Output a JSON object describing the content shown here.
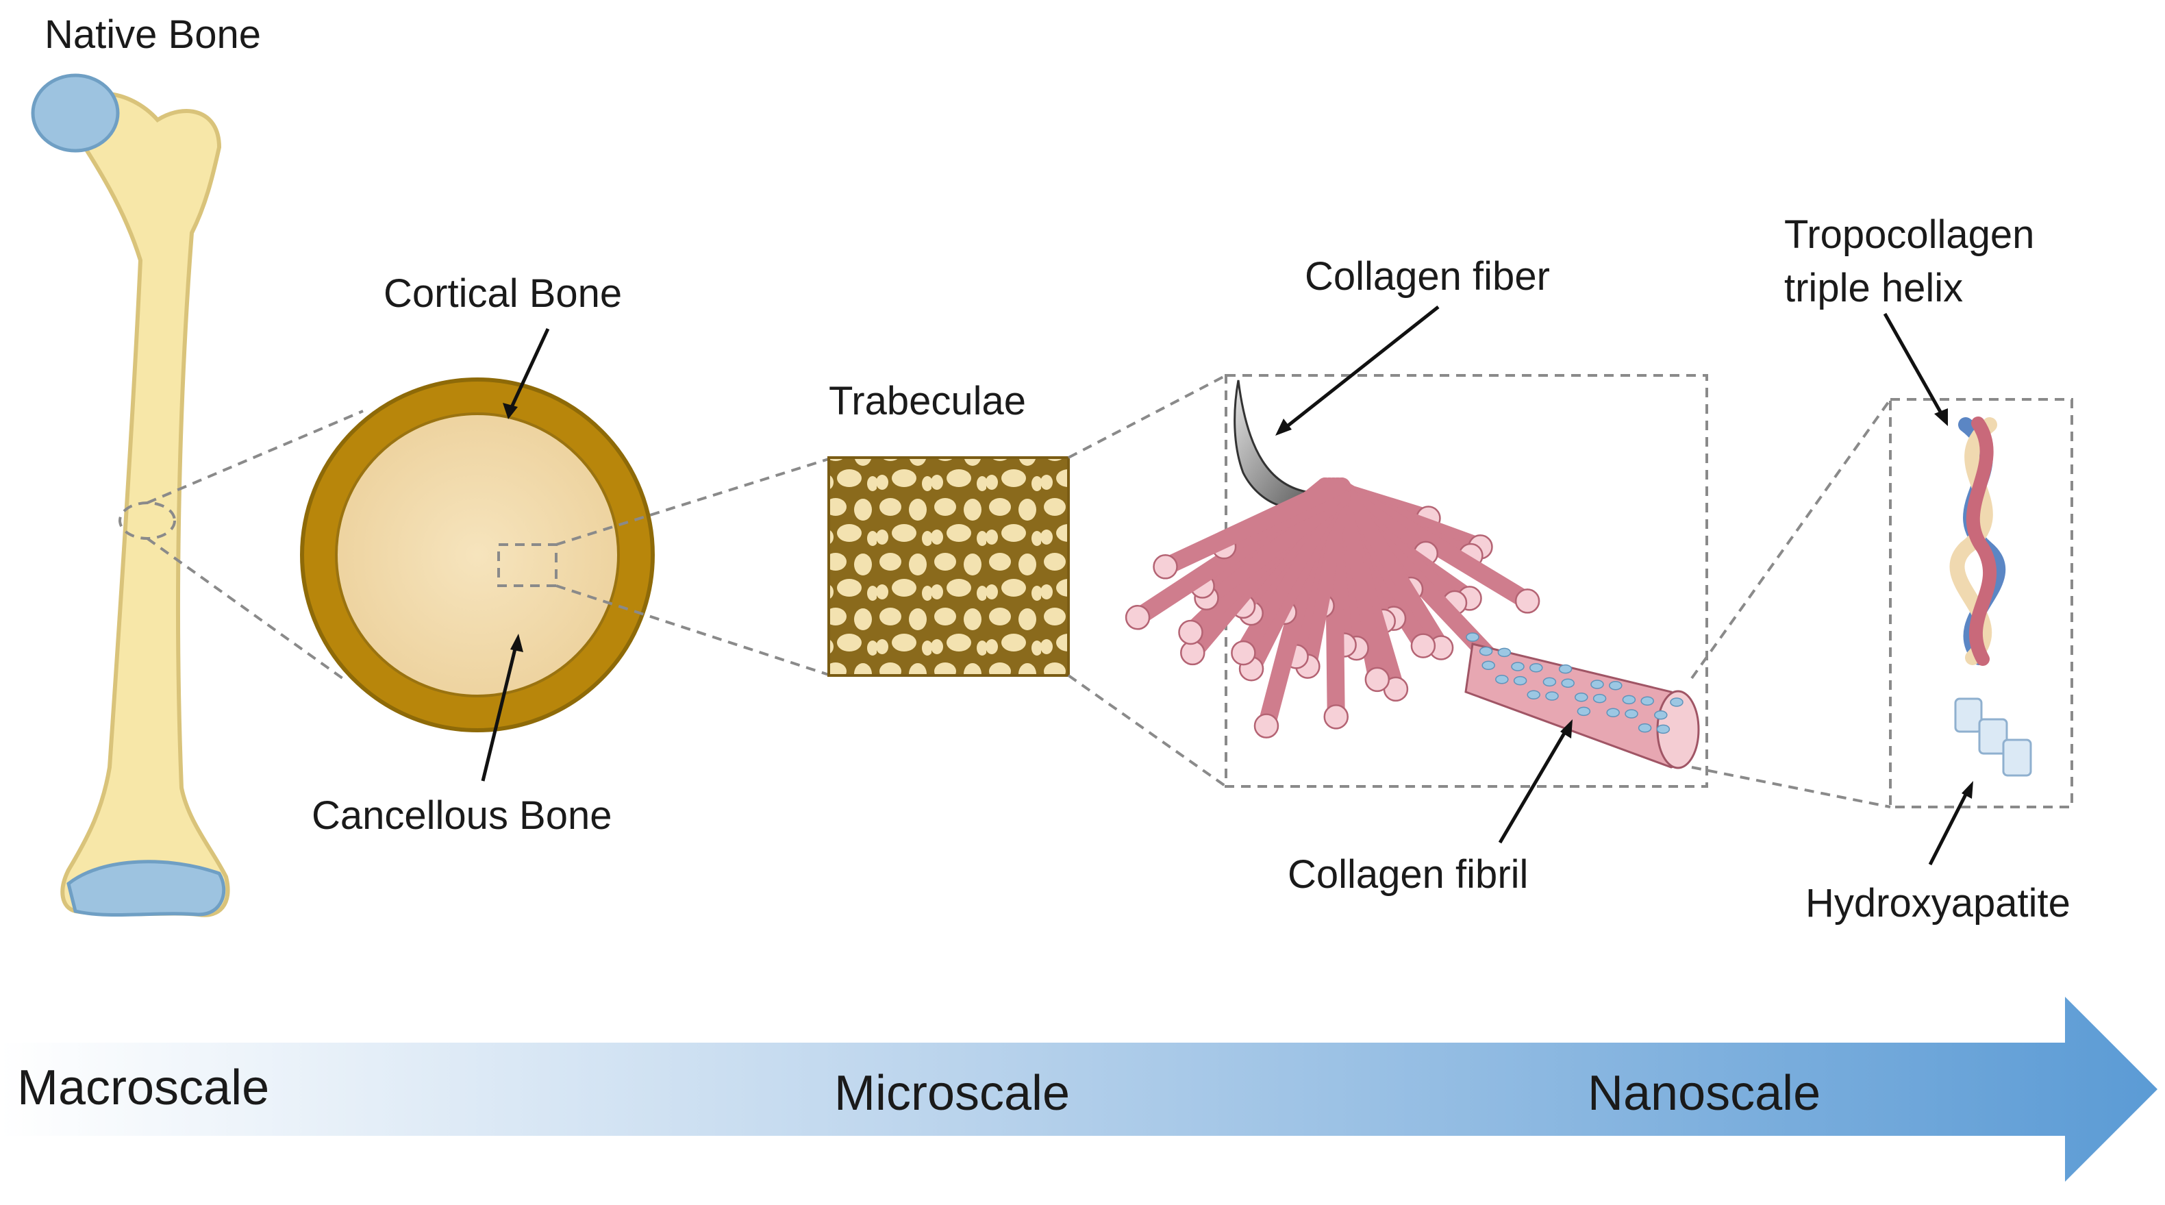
{
  "labels": {
    "native_bone": "Native Bone",
    "cortical_bone": "Cortical Bone",
    "cancellous_bone": "Cancellous  Bone",
    "trabeculae": "Trabeculae",
    "collagen_fiber": "Collagen fiber",
    "collagen_fibril": "Collagen fibril",
    "tropocollagen_line1": "Tropocollagen",
    "tropocollagen_line2": "triple helix",
    "hydroxyapatite": "Hydroxyapatite"
  },
  "scale_bar": {
    "macro": "Macroscale",
    "micro": "Microscale",
    "nano": "Nanoscale"
  },
  "colors": {
    "bone_fill": "#f7e7a8",
    "bone_outline": "#d9c37a",
    "bone_cap": "#9dc3e0",
    "cortical_ring": "#b8860b",
    "cancellous_fill": "#f3ddb0",
    "collagen_pink": "#d88a98",
    "collagen_pink_light": "#f2c4cc",
    "arrow_gradient_start": "#ffffff",
    "arrow_gradient_end": "#5b9bd5"
  }
}
